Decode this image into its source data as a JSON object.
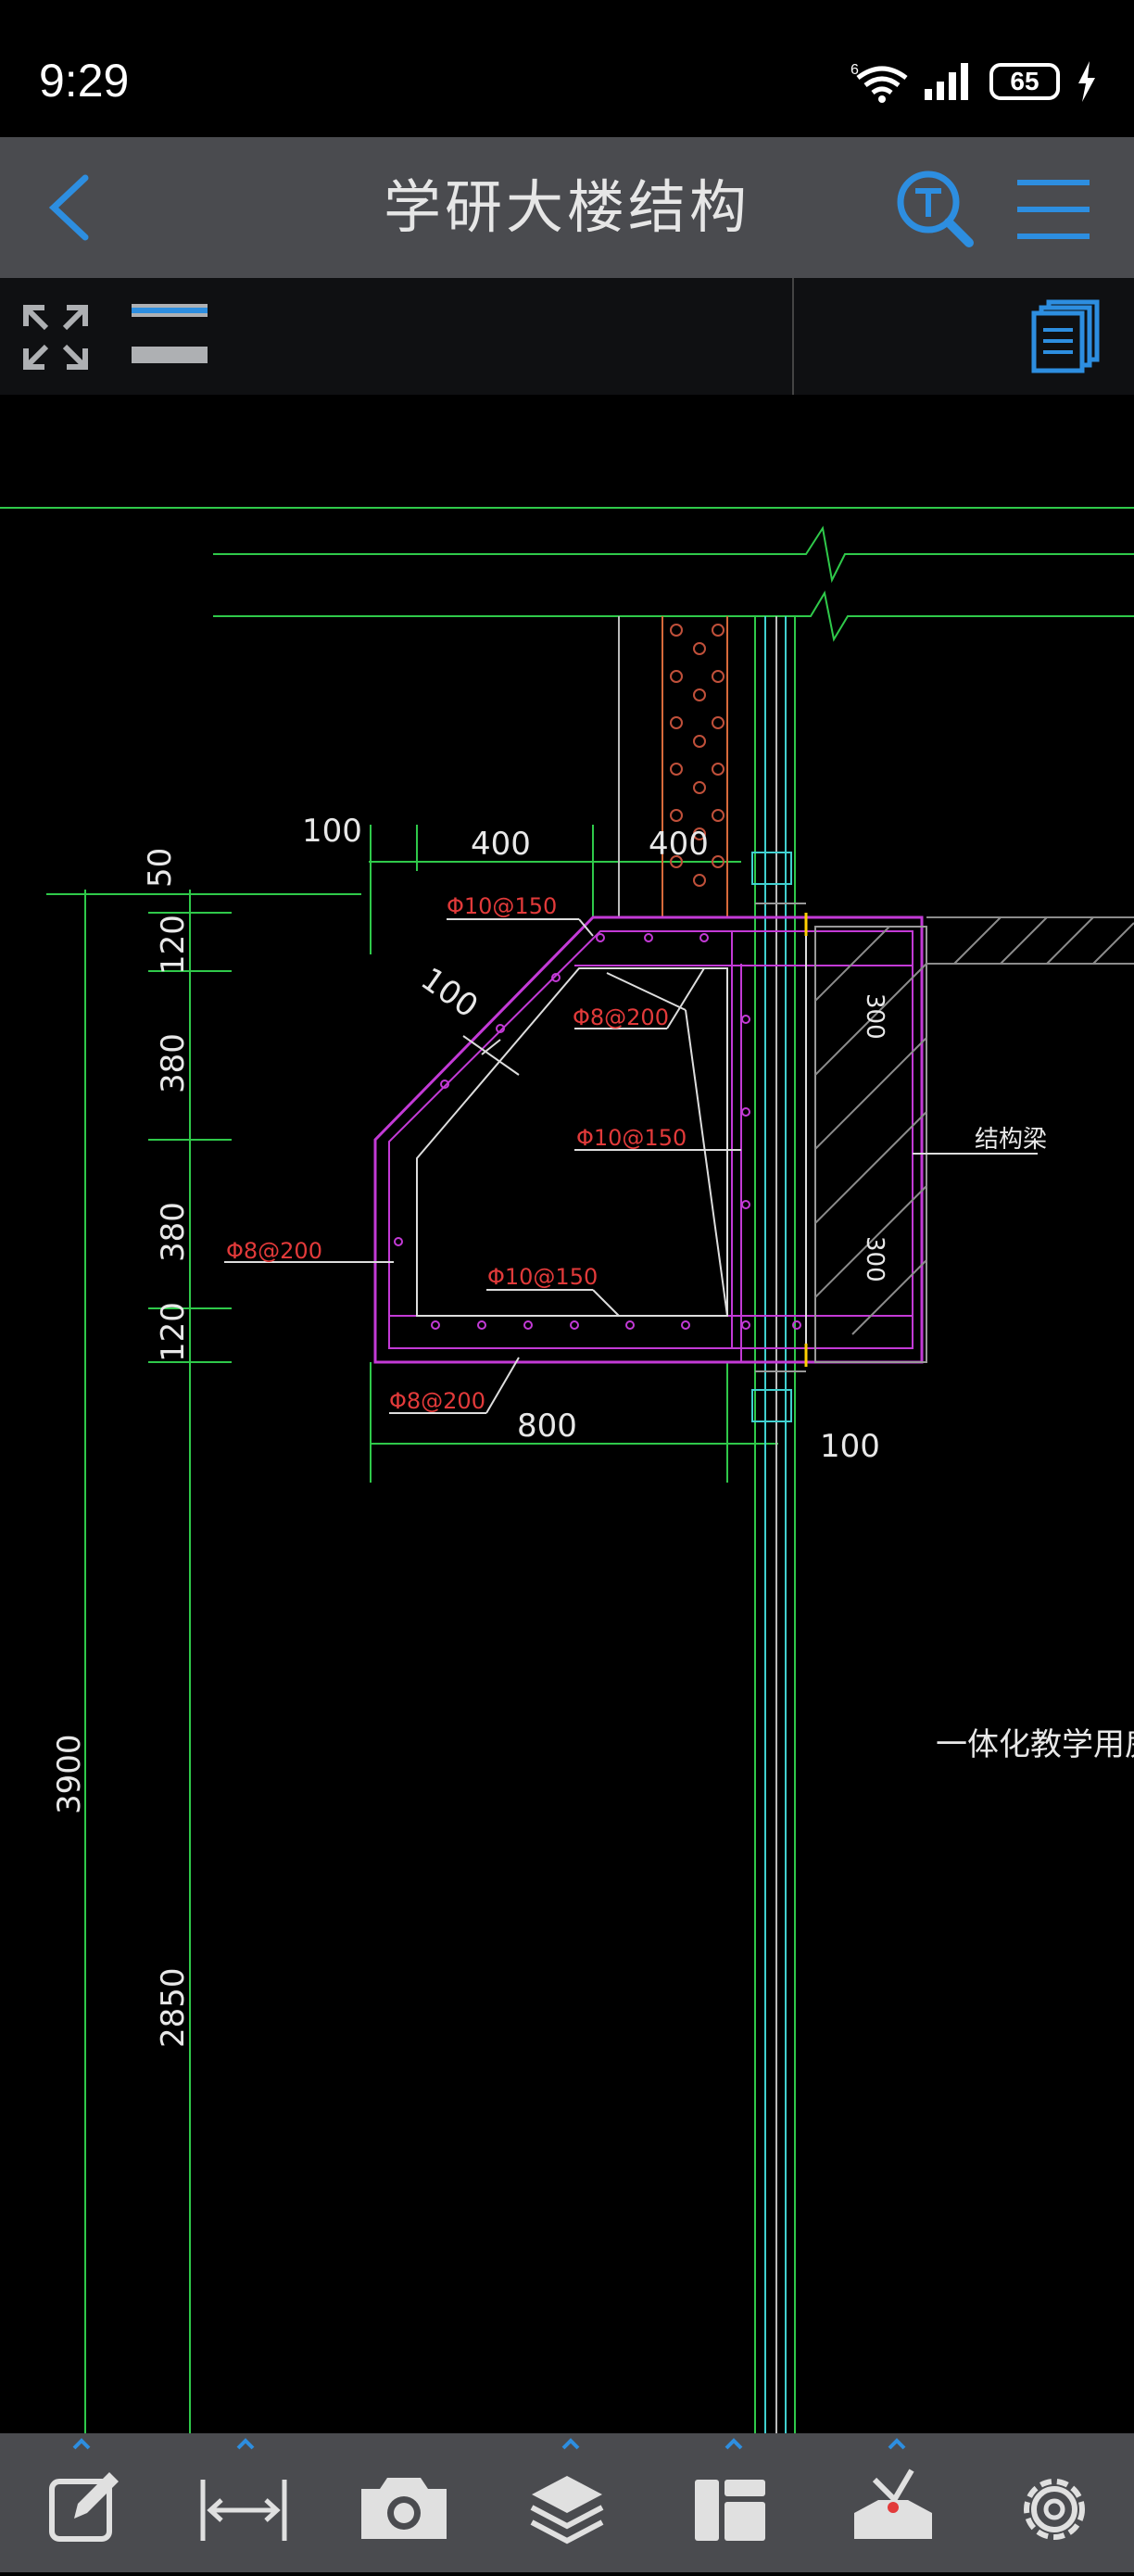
{
  "status": {
    "time": "9:29",
    "battery": "65",
    "signal_label": "6"
  },
  "header": {
    "title": "学研大楼结构"
  },
  "icons": {
    "back": "chevron-left-icon",
    "search": "text-search-icon",
    "menu": "hamburger-menu-icon",
    "fullscreen": "expand-arrows-icon",
    "layer_toggle": "layer-toggle-icon",
    "pages": "pages-icon",
    "edit": "edit-icon",
    "measure": "measure-icon",
    "camera": "camera-icon",
    "layers": "layers-icon",
    "layout": "layout-icon",
    "toolbox": "toolbox-icon",
    "settings": "gear-icon"
  },
  "colors": {
    "accent": "#2d8ee0",
    "header_bg": "#4a4b4f",
    "drawing_green": "#2fc94a",
    "drawing_magenta": "#c33ad6",
    "rebar_red": "#e23a3a"
  },
  "drawing": {
    "dims": {
      "d100_top": "100",
      "d400_a": "400",
      "d400_b": "400",
      "d50": "50",
      "d120_a": "120",
      "d380_a": "380",
      "d380_b": "380",
      "d120_b": "120",
      "d100_diag": "100",
      "d800": "800",
      "d100_right": "100",
      "d3900": "3900",
      "d2850": "2850",
      "d300_a": "300",
      "d300_b": "300"
    },
    "rebar": {
      "r1": "Φ10@150",
      "r2": "Φ8@200",
      "r3": "Φ10@150",
      "r4": "Φ8@200",
      "r5": "Φ10@150",
      "r6": "Φ8@200"
    },
    "labels": {
      "beam": "结构梁",
      "room": "一体化教学用房"
    }
  }
}
